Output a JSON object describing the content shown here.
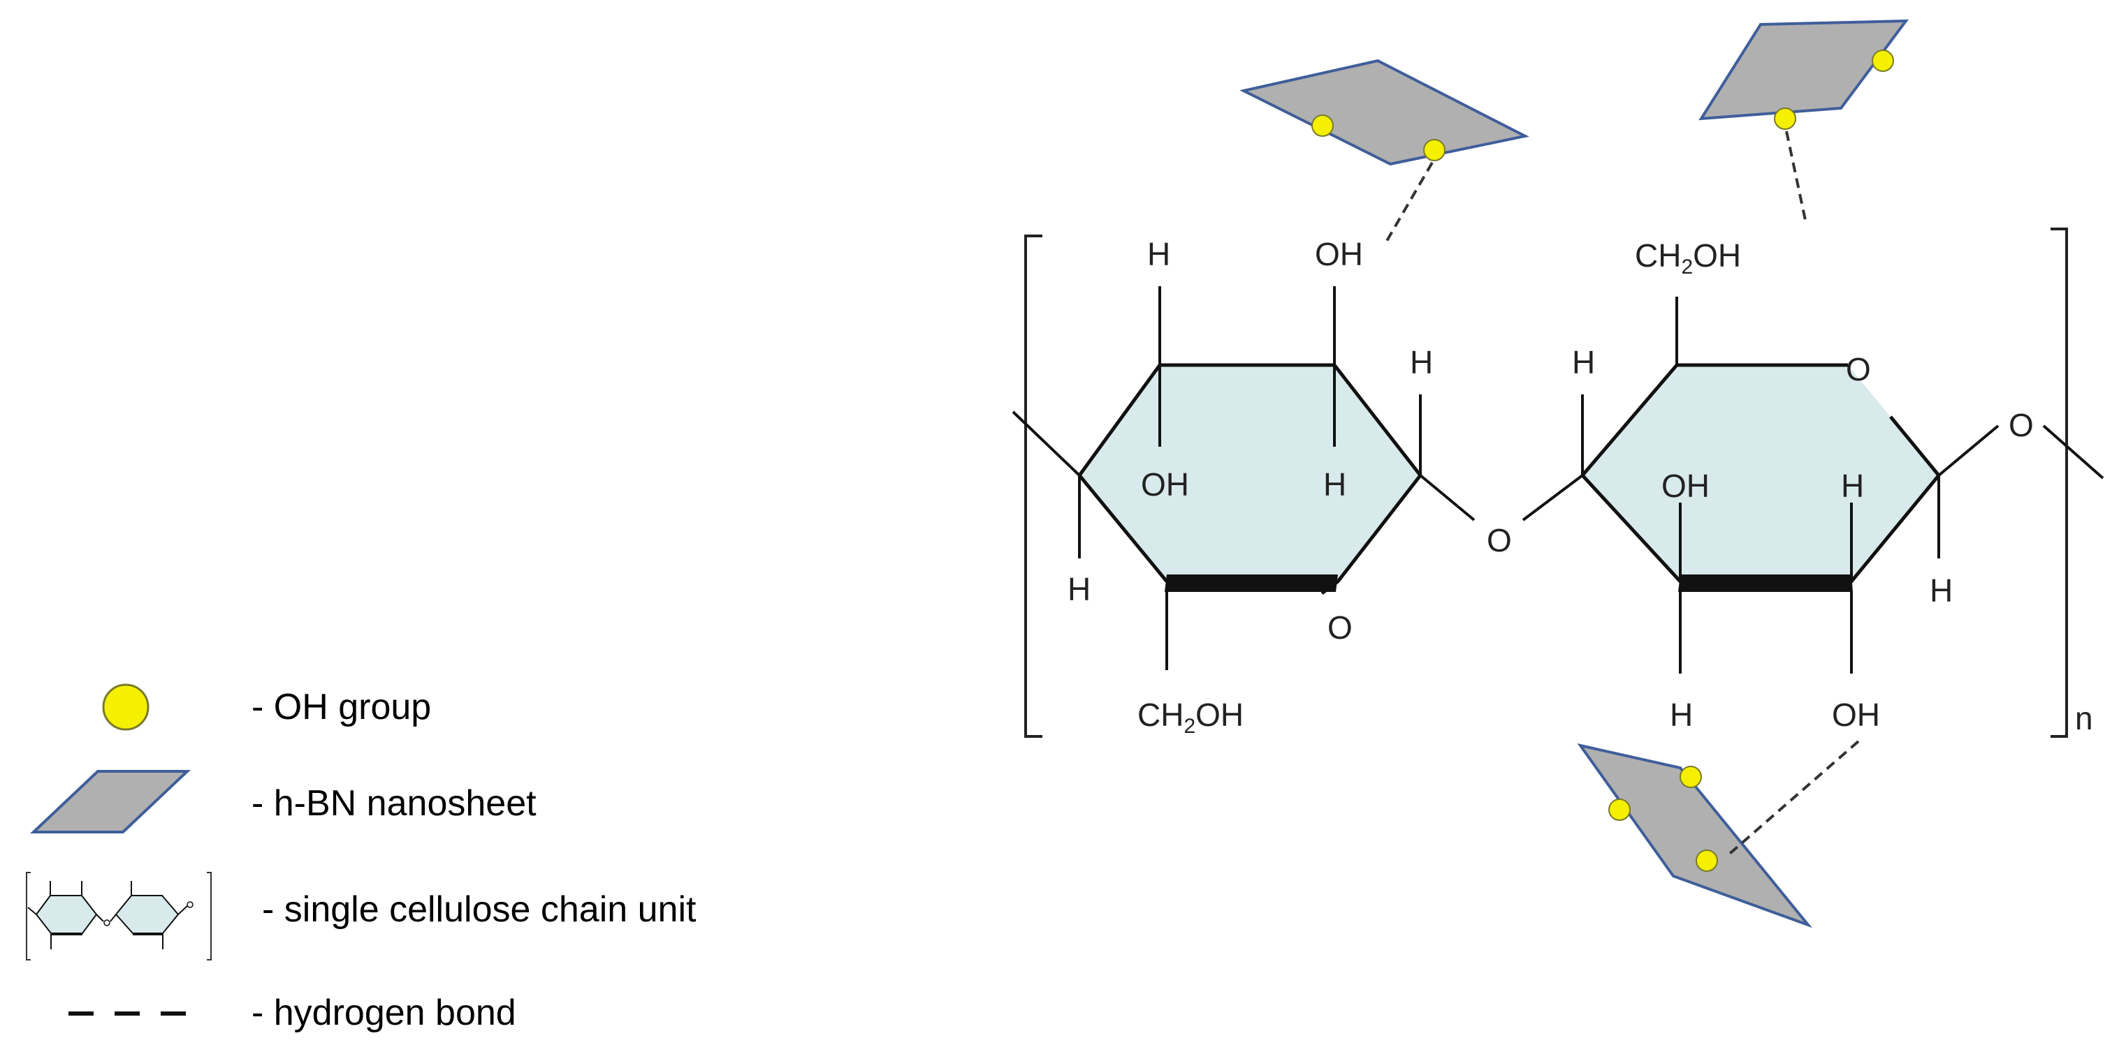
{
  "colors": {
    "oh_dot": "#f5f000",
    "oh_dot_stroke": "#7a7a2a",
    "sheet_fill": "#b0b0b0",
    "sheet_stroke": "#3f5e9a",
    "ring_fill": "#d9eaec",
    "bond": "#111111"
  },
  "molecule": {
    "left_ring": {
      "top_substituents": {
        "c1": "H",
        "c2": "OH"
      },
      "inner": {
        "c1": "OH",
        "c2": "H"
      },
      "right_h": "H",
      "left_h": "H",
      "ring_oxygen": "O",
      "bottom_group": {
        "prefix": "CH",
        "subscript": "2",
        "suffix": "OH"
      }
    },
    "glycosidic_oxygen": "O",
    "right_ring": {
      "top_group": {
        "prefix": "CH",
        "subscript": "2",
        "suffix": "OH"
      },
      "left_h": "H",
      "ring_oxygen": "O",
      "inner": {
        "c1": "OH",
        "c2": "H"
      },
      "right_h": "H",
      "bottom_substituents": {
        "c1": "H",
        "c2": "OH"
      },
      "end_oxygen": "O"
    },
    "repeat_label": "n"
  },
  "legend": {
    "oh_group": "- OH group",
    "nanosheet": "- h-BN nanosheet",
    "cellulose": "- single cellulose chain unit",
    "hbond": "- hydrogen bond"
  }
}
